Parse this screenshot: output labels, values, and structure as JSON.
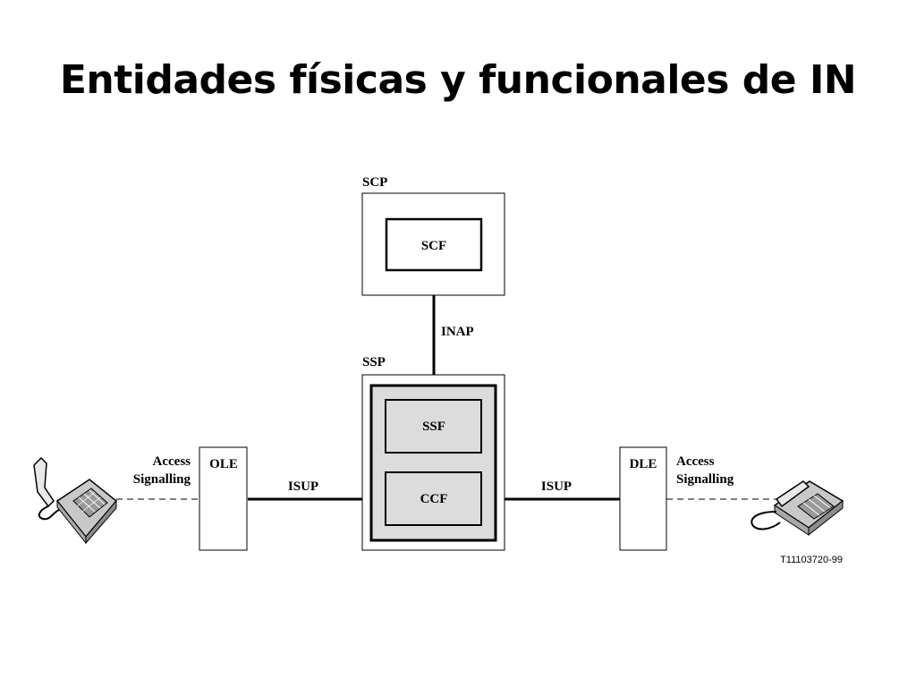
{
  "slide": {
    "title": "Entidades físicas y funcionales de IN"
  },
  "diagram": {
    "physical_entities": {
      "scp": "SCP",
      "ssp": "SSP",
      "ole": "OLE",
      "dle": "DLE"
    },
    "functional_entities": {
      "scf": "SCF",
      "ssf": "SSF",
      "ccf": "CCF"
    },
    "protocols": {
      "inap": "INAP",
      "isup_left": "ISUP",
      "isup_right": "ISUP"
    },
    "access_left": [
      "Access",
      "Signalling"
    ],
    "access_right": [
      "Access",
      "Signalling"
    ],
    "figure_code": "T11103720-99",
    "colors": {
      "functional_block_fill": "#dcdcdc",
      "line": "#000000"
    },
    "icons": {
      "left_terminal": "desk-telephone-icon",
      "right_terminal": "desk-telephone-icon"
    }
  }
}
